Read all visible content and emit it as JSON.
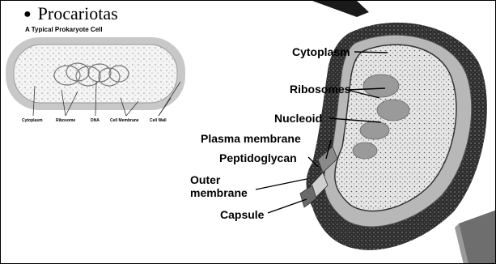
{
  "slide": {
    "title": "Procariotas",
    "bullet": "●"
  },
  "small_diagram": {
    "caption": "A Typical Prokaryote Cell",
    "labels": [
      "Cytoplasm",
      "Ribosome",
      "DNA",
      "Cell Membrane",
      "Cell Wall"
    ]
  },
  "large_diagram": {
    "labels": {
      "cytoplasm": "Cytoplasm",
      "ribosomes": "Ribosomes",
      "nucleoid": "Nucleoid",
      "plasma_membrane": "Plasma membrane",
      "peptidoglycan": "Peptidoglycan",
      "outer_membrane_line1": "Outer",
      "outer_membrane_line2": "membrane",
      "capsule": "Capsule"
    }
  },
  "colors": {
    "capsule_dark": "#3a3a3a",
    "cytoplasm_light": "#dcdcdc",
    "small_cell_wall": "#c8c8c8"
  }
}
